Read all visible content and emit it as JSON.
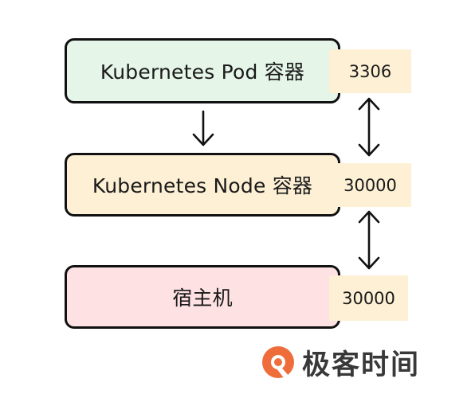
{
  "boxes": {
    "pod": {
      "label": "Kubernetes Pod  容器",
      "port": "3306"
    },
    "node": {
      "label": "Kubernetes Node  容器",
      "port": "30000"
    },
    "host": {
      "label": "宿主机",
      "port": "30000"
    }
  },
  "logo": {
    "text": "极客时间",
    "icon": "geektime-logo-icon",
    "color": "#ee6d3a"
  },
  "colors": {
    "pod_fill": "#e5f5e8",
    "node_fill": "#fdf0d4",
    "host_fill": "#fde1e3",
    "port_fill": "#fdf0d4",
    "border": "#111111"
  },
  "arrows": [
    {
      "from": "pod",
      "to": "node",
      "direction": "down"
    },
    {
      "from": "pod-port",
      "to": "node-port",
      "direction": "both"
    },
    {
      "from": "node-port",
      "to": "host-port",
      "direction": "both"
    }
  ]
}
